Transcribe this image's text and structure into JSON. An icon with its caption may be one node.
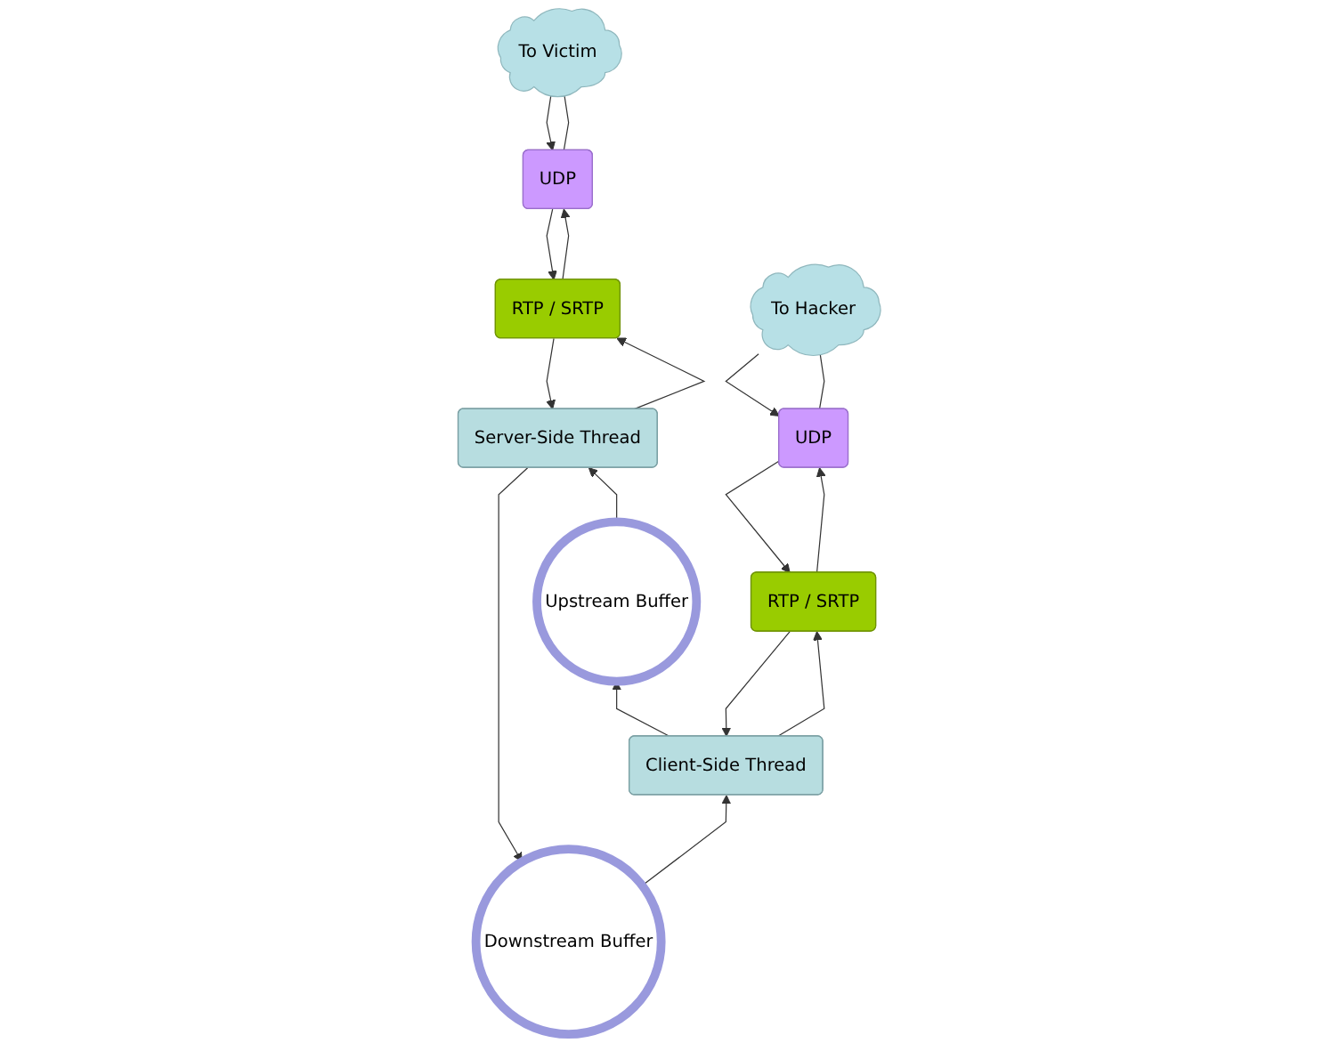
{
  "diagram": {
    "nodes": [
      {
        "text": [
          "Downstream Buffer"
        ]
      },
      {
        "text": [
          "Server-Side Thread"
        ]
      },
      {
        "text": [
          "Client-Side Thread"
        ]
      },
      {
        "text": [
          "Upstream Buffer"
        ]
      },
      {
        "text": [
          "RTP / SRTP"
        ]
      },
      {
        "text": [
          "RTP / SRTP"
        ]
      },
      {
        "text": [
          "UDP"
        ]
      },
      {
        "text": [
          "UDP"
        ]
      },
      {
        "text": [
          "To Victim"
        ]
      },
      {
        "text": [
          "To Hacker"
        ]
      }
    ],
    "edges": [
      {
        "from": 1,
        "to": 0,
        "arrow": "to"
      },
      {
        "from": 0,
        "to": 2,
        "arrow": "to"
      },
      {
        "from": 3,
        "to": 1,
        "arrow": "to"
      },
      {
        "from": 2,
        "to": 3,
        "arrow": "to"
      },
      {
        "from": 4,
        "to": 1,
        "arrow": "to"
      },
      {
        "from": 1,
        "to": 4,
        "arrow": "to"
      },
      {
        "from": 5,
        "to": 2,
        "arrow": "to"
      },
      {
        "from": 2,
        "to": 5,
        "arrow": "to"
      },
      {
        "from": 6,
        "to": 4,
        "arrow": "to"
      },
      {
        "from": 4,
        "to": 6,
        "arrow": "to"
      },
      {
        "from": 7,
        "to": 5,
        "arrow": "to"
      },
      {
        "from": 5,
        "to": 7,
        "arrow": "to"
      },
      {
        "from": 8,
        "to": 6,
        "arrow": "to"
      },
      {
        "from": 6,
        "to": 8,
        "arrow": "none"
      },
      {
        "from": 9,
        "to": 7,
        "arrow": "to"
      },
      {
        "from": 7,
        "to": 9,
        "arrow": "none"
      }
    ]
  }
}
